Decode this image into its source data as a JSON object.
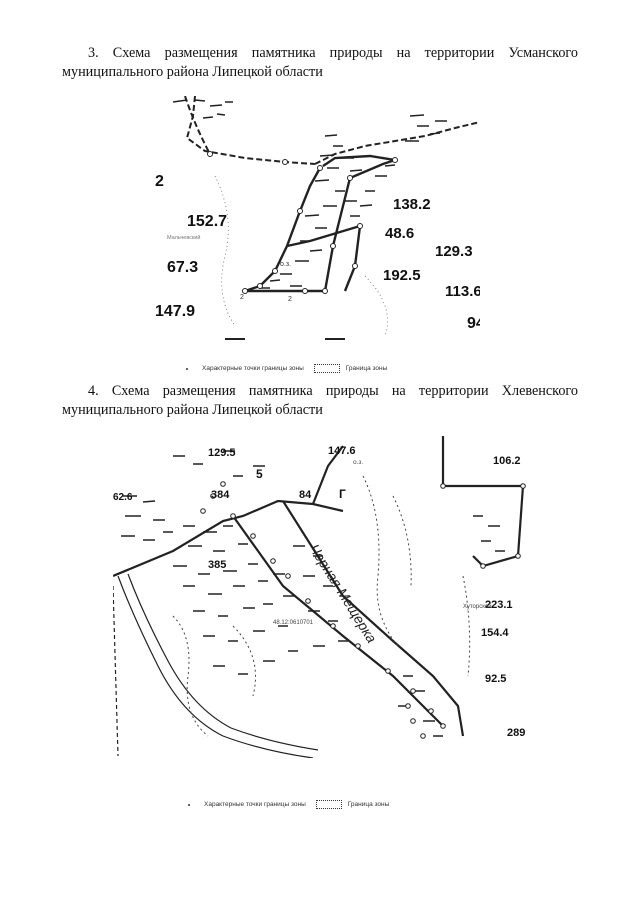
{
  "section3": {
    "heading_line1": "3. Схема размещения памятника природы на территории Усманского",
    "heading_line2": "муниципального района Липецкой области",
    "map_labels": {
      "l2": "2",
      "l152": "152.7",
      "l138": "138.2",
      "l48": "48.6",
      "l129": "129.3",
      "l67": "67.3",
      "l192": "192.5",
      "l113": "113.6",
      "l147": "147.9",
      "l94": "94",
      "loz": "о.з.",
      "lp2a": "2",
      "lp2b": "2",
      "lsmall": "Мальчевский"
    },
    "legend": {
      "points_label": "Характерные точки границы зоны",
      "zone_label": "Граница зоны"
    }
  },
  "section4": {
    "heading_line1": "4. Схема размещения памятника природы на территории Хлевенского",
    "heading_line2": "муниципального района Липецкой области",
    "map_labels": {
      "l129": "129.5",
      "l147": "147.6",
      "l106": "106.2",
      "l384": "384",
      "l5": "5",
      "l84": "84",
      "l385": "385",
      "lriver": "Черная Мещерка",
      "l223": "223.1",
      "l154": "154.4",
      "l92": "92.5",
      "l289": "289",
      "l62": "62.6",
      "lG": "Г",
      "loz": "о.з.",
      "lhut": "Хуторской",
      "lnum": "48.12:0610701"
    },
    "legend": {
      "points_label": "Характерные точки границы зоны",
      "zone_label": "Граница зоны"
    }
  }
}
